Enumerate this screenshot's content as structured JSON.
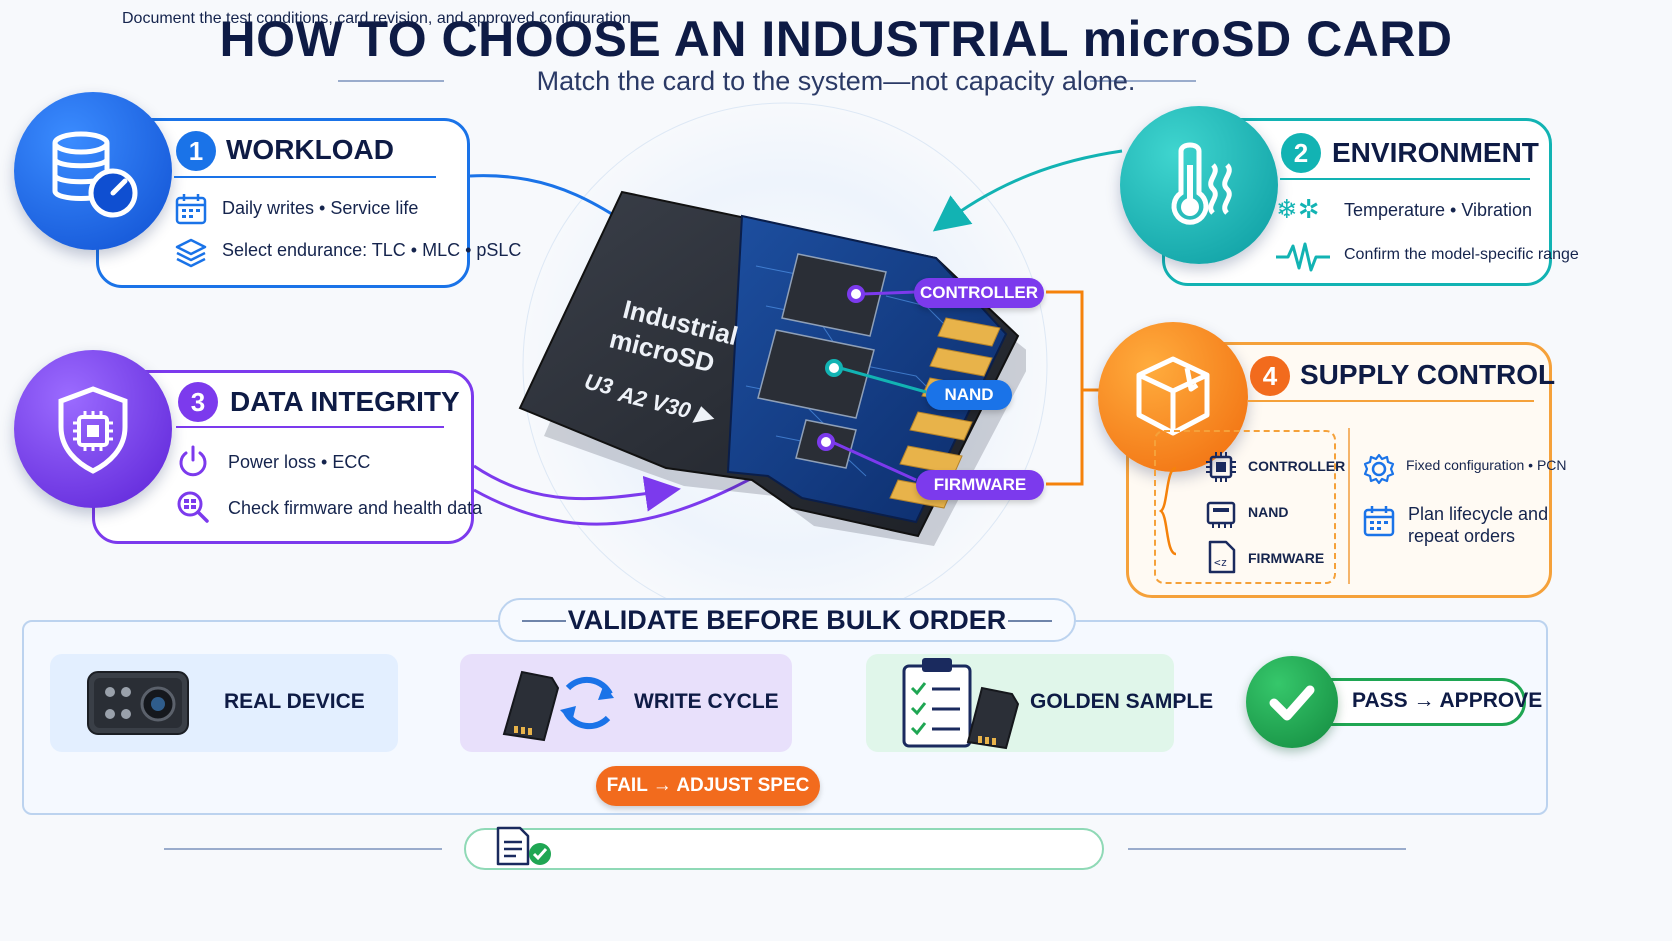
{
  "title": "HOW TO CHOOSE AN INDUSTRIAL microSD CARD",
  "subtitle": "Match the card to the system—not capacity alone.",
  "card": {
    "line1": "Industrial",
    "line2": "microSD",
    "marks": "A2 V30",
    "uhs_mark": "3",
    "pills": {
      "controller": "CONTROLLER",
      "nand": "NAND",
      "firmware": "FIRMWARE"
    }
  },
  "workload": {
    "number": "1",
    "title": "WORKLOAD",
    "row1": "Daily writes • Service life",
    "row2": "Select endurance: TLC • MLC • pSLC",
    "color": "#1a73e8"
  },
  "environment": {
    "number": "2",
    "title": "ENVIRONMENT",
    "row1": "Temperature • Vibration",
    "row2": "Confirm the model-specific range",
    "color": "#12b3b3"
  },
  "data_integrity": {
    "number": "3",
    "title": "DATA INTEGRITY",
    "row1": "Power loss • ECC",
    "row2": "Check firmware and health data",
    "color": "#7c3aed"
  },
  "supply_control": {
    "number": "4",
    "title": "SUPPLY CONTROL",
    "items": [
      "CONTROLLER",
      "NAND",
      "FIRMWARE"
    ],
    "right1": "Fixed configuration • PCN",
    "right2a": "Plan lifecycle and",
    "right2b": "repeat orders",
    "color": "#f5820b"
  },
  "validate": {
    "title": "VALIDATE BEFORE BULK ORDER",
    "steps": [
      "REAL DEVICE",
      "WRITE CYCLE",
      "GOLDEN SAMPLE"
    ],
    "pass": "PASS → APPROVE",
    "fail": "FAIL → ADJUST SPEC"
  },
  "footer": "Document the test conditions, card revision, and approved configuration."
}
